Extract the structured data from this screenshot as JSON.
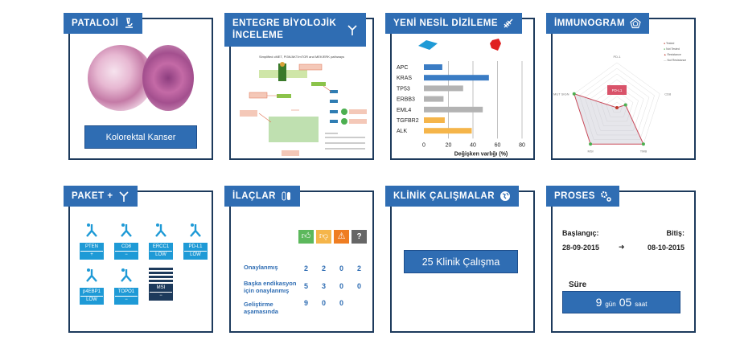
{
  "cards": {
    "pathology": {
      "title": "PATALOJİ",
      "icon": "microscope-icon",
      "button": "Kolorektal Kanser"
    },
    "integrated": {
      "title_line1": "ENTEGRE BİYOLOJİK",
      "title_line2": "İNCELEME",
      "icon": "antibody-icon",
      "diagram_title": "Simplified cMET, PI3K/AKT/mTOR and MEK/ERK pathways"
    },
    "ngs": {
      "title": "YENİ NESİL DİZİLEME",
      "icon": "dna-icon"
    },
    "immunogram": {
      "title": "İMMUNOGRAM",
      "icon": "pentagon-badge-icon",
      "axes": [
        "PD-1",
        "CD8",
        "TMB",
        "MSI",
        "MUT SIGN"
      ],
      "legend": [
        "Tested",
        "Not Tested",
        "Resistance",
        "Not Resistance"
      ],
      "center_label": "PD-L1"
    },
    "package": {
      "title": "PAKET +",
      "icon": "antibody-icon",
      "items": [
        {
          "name": "PTEN",
          "status": "+"
        },
        {
          "name": "CD8",
          "status": "−"
        },
        {
          "name": "ERCC1",
          "status": "LOW"
        },
        {
          "name": "PD-L1",
          "status": "LOW"
        },
        {
          "name": "p4EBP1",
          "status": "LOW"
        },
        {
          "name": "TOPO1",
          "status": "−"
        },
        {
          "name": "MSI",
          "status": "−"
        }
      ]
    },
    "drugs": {
      "title": "İLAÇLAR",
      "icon": "pills-icon",
      "rows": [
        {
          "label": "Onaylanmış",
          "values": [
            "2",
            "2",
            "0",
            "2"
          ]
        },
        {
          "label1": "Başka endikasyon",
          "label2": "için onaylanmış",
          "values": [
            "5",
            "3",
            "0",
            "0"
          ]
        },
        {
          "label1": "Geliştirme",
          "label2": "aşamasında",
          "values": [
            "9",
            "0",
            "0"
          ]
        }
      ]
    },
    "trials": {
      "title": "KLİNİK ÇALIŞMALAR",
      "icon": "globe-icon",
      "button": "25 Klinik Çalışma"
    },
    "process": {
      "title": "PROSES",
      "icon": "gears-icon",
      "start_label": "Başlangıç:",
      "end_label": "Bitiş:",
      "start": "28-09-2015",
      "end": "08-10-2015",
      "duration_label": "Süre",
      "days": "9",
      "days_unit": "gün",
      "hours": "05",
      "hours_unit": "saat"
    }
  },
  "chart_data": {
    "type": "bar",
    "orientation": "horizontal",
    "categories": [
      "APC",
      "KRAS",
      "TP53",
      "ERBB3",
      "EML4",
      "TGFBR2",
      "ALK"
    ],
    "values": [
      15,
      53,
      32,
      16,
      48,
      17,
      39
    ],
    "colors": [
      "#3a7cc4",
      "#3a7cc4",
      "#b3b3b3",
      "#b3b3b3",
      "#b3b3b3",
      "#f5b54a",
      "#f5b54a"
    ],
    "xlabel": "Değişken varlığı (%)",
    "xlim": [
      0,
      80
    ],
    "xticks": [
      "0",
      "20",
      "40",
      "60",
      "80"
    ],
    "grid": true
  }
}
